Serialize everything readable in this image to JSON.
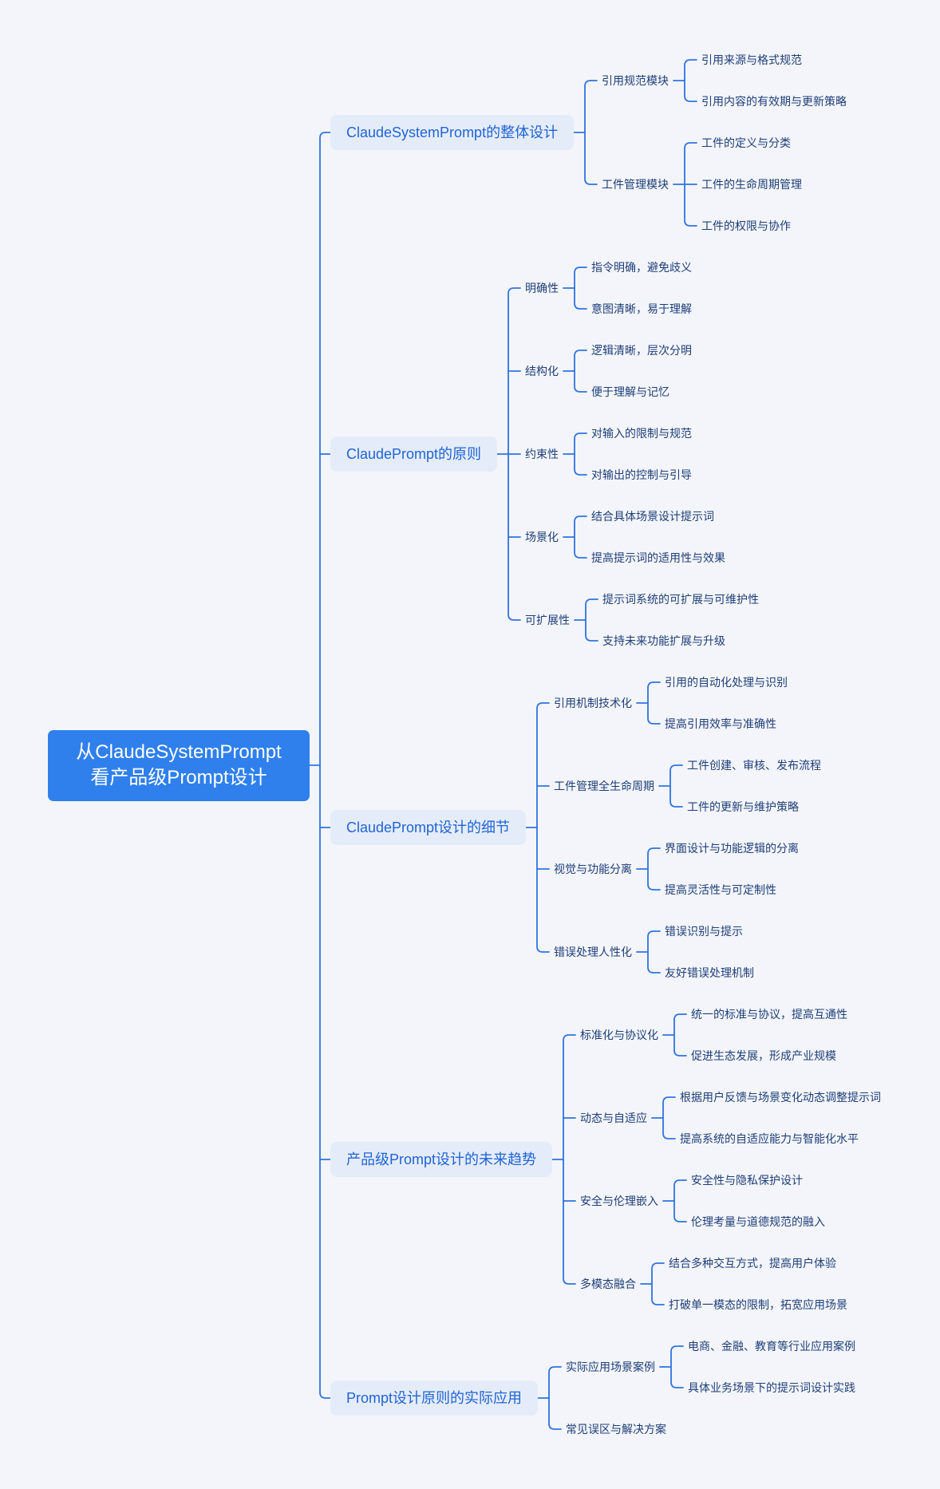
{
  "root": {
    "lines": [
      "从ClaudeSystemPrompt",
      "看产品级Prompt设计"
    ]
  },
  "branches": [
    {
      "label": "ClaudeSystemPrompt的整体设计",
      "children": [
        {
          "label": "引用规范模块",
          "children": [
            "引用来源与格式规范",
            "引用内容的有效期与更新策略"
          ]
        },
        {
          "label": "工件管理模块",
          "children": [
            "工件的定义与分类",
            "工件的生命周期管理",
            "工件的权限与协作"
          ]
        }
      ]
    },
    {
      "label": "ClaudePrompt的原则",
      "children": [
        {
          "label": "明确性",
          "children": [
            "指令明确，避免歧义",
            "意图清晰，易于理解"
          ]
        },
        {
          "label": "结构化",
          "children": [
            "逻辑清晰，层次分明",
            "便于理解与记忆"
          ]
        },
        {
          "label": "约束性",
          "children": [
            "对输入的限制与规范",
            "对输出的控制与引导"
          ]
        },
        {
          "label": "场景化",
          "children": [
            "结合具体场景设计提示词",
            "提高提示词的适用性与效果"
          ]
        },
        {
          "label": "可扩展性",
          "children": [
            "提示词系统的可扩展与可维护性",
            "支持未来功能扩展与升级"
          ]
        }
      ]
    },
    {
      "label": "ClaudePrompt设计的细节",
      "children": [
        {
          "label": "引用机制技术化",
          "children": [
            "引用的自动化处理与识别",
            "提高引用效率与准确性"
          ]
        },
        {
          "label": "工件管理全生命周期",
          "children": [
            "工件创建、审核、发布流程",
            "工件的更新与维护策略"
          ]
        },
        {
          "label": "视觉与功能分离",
          "children": [
            "界面设计与功能逻辑的分离",
            "提高灵活性与可定制性"
          ]
        },
        {
          "label": "错误处理人性化",
          "children": [
            "错误识别与提示",
            "友好错误处理机制"
          ]
        }
      ]
    },
    {
      "label": "产品级Prompt设计的未来趋势",
      "children": [
        {
          "label": "标准化与协议化",
          "children": [
            "统一的标准与协议，提高互通性",
            "促进生态发展，形成产业规模"
          ]
        },
        {
          "label": "动态与自适应",
          "children": [
            "根据用户反馈与场景变化动态调整提示词",
            "提高系统的自适应能力与智能化水平"
          ]
        },
        {
          "label": "安全与伦理嵌入",
          "children": [
            "安全性与隐私保护设计",
            "伦理考量与道德规范的融入"
          ]
        },
        {
          "label": "多模态融合",
          "children": [
            "结合多种交互方式，提高用户体验",
            "打破单一模态的限制，拓宽应用场景"
          ]
        }
      ]
    },
    {
      "label": "Prompt设计原则的实际应用",
      "children": [
        {
          "label": "实际应用场景案例",
          "children": [
            "电商、金融、教育等行业应用案例",
            "具体业务场景下的提示词设计实践"
          ]
        },
        {
          "label": "常见误区与解决方案",
          "children": []
        }
      ]
    }
  ],
  "colors": {
    "background": "#f3f5fa",
    "root_fill": "#2f80ed",
    "root_text": "#ffffff",
    "main_fill": "#e5ecf9",
    "main_text": "#1f64d4",
    "sub_text": "#1e3e78",
    "line": "#2f74e0"
  }
}
